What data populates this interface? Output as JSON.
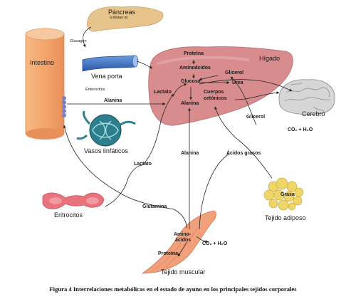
{
  "organs": {
    "pancreas": "Páncreas",
    "pancreas_sub": "(células α)",
    "intestine": "Intestino",
    "portal_vein": "Vena porta",
    "liver": "Hígado",
    "lymphatics": "Vasos linfáticos",
    "erythrocytes": "Eritrocitos",
    "brain": "Cerebro",
    "adipose": "Tejido adiposo",
    "fat": "Grasa",
    "muscle": "Tejido muscular"
  },
  "metabolites": {
    "glucagon": "Glucagón",
    "enterocytes": "Enterocitos",
    "alanine_intestine": "Alanina",
    "protein_liver": "Proteína",
    "amino_acids_liver": "Aminoácidos",
    "glycerol_liver": "Glicerol",
    "lactate_liver": "Lactato",
    "glucose": "Glucosa",
    "urea": "Urea",
    "ketone_bodies_1": "Cuerpos",
    "ketone_bodies_2": "cetónicos",
    "alanine_liver": "Alanina",
    "glycerol_out": "Glicerol",
    "co2_brain": "CO₂ + H₂O",
    "alanine_mid": "Alanina",
    "fatty_acids": "Ácidos grasos",
    "lactate_mid": "Lactato",
    "glutamine": "Glutamina",
    "amino_acids_muscle_1": "Amino-",
    "amino_acids_muscle_2": "ácidos",
    "co2_muscle": "CO₂ + H₂O",
    "protein_muscle": "Proteína"
  },
  "caption": "Figura 4 Interrelaciones metabólicas en el estado de ayuno en los principales tejidos corporales",
  "colors": {
    "intestine": "#f4a76a",
    "liver": "#d98c8e",
    "pancreas": "#e7c48c",
    "portal_vein": "#3c6fc0",
    "lymphatics": "#1f6b7a",
    "erythrocytes": "#e8737c",
    "fat": "#f0d66a",
    "muscle": "#f2a07c",
    "brain": "#c9c9c9"
  }
}
